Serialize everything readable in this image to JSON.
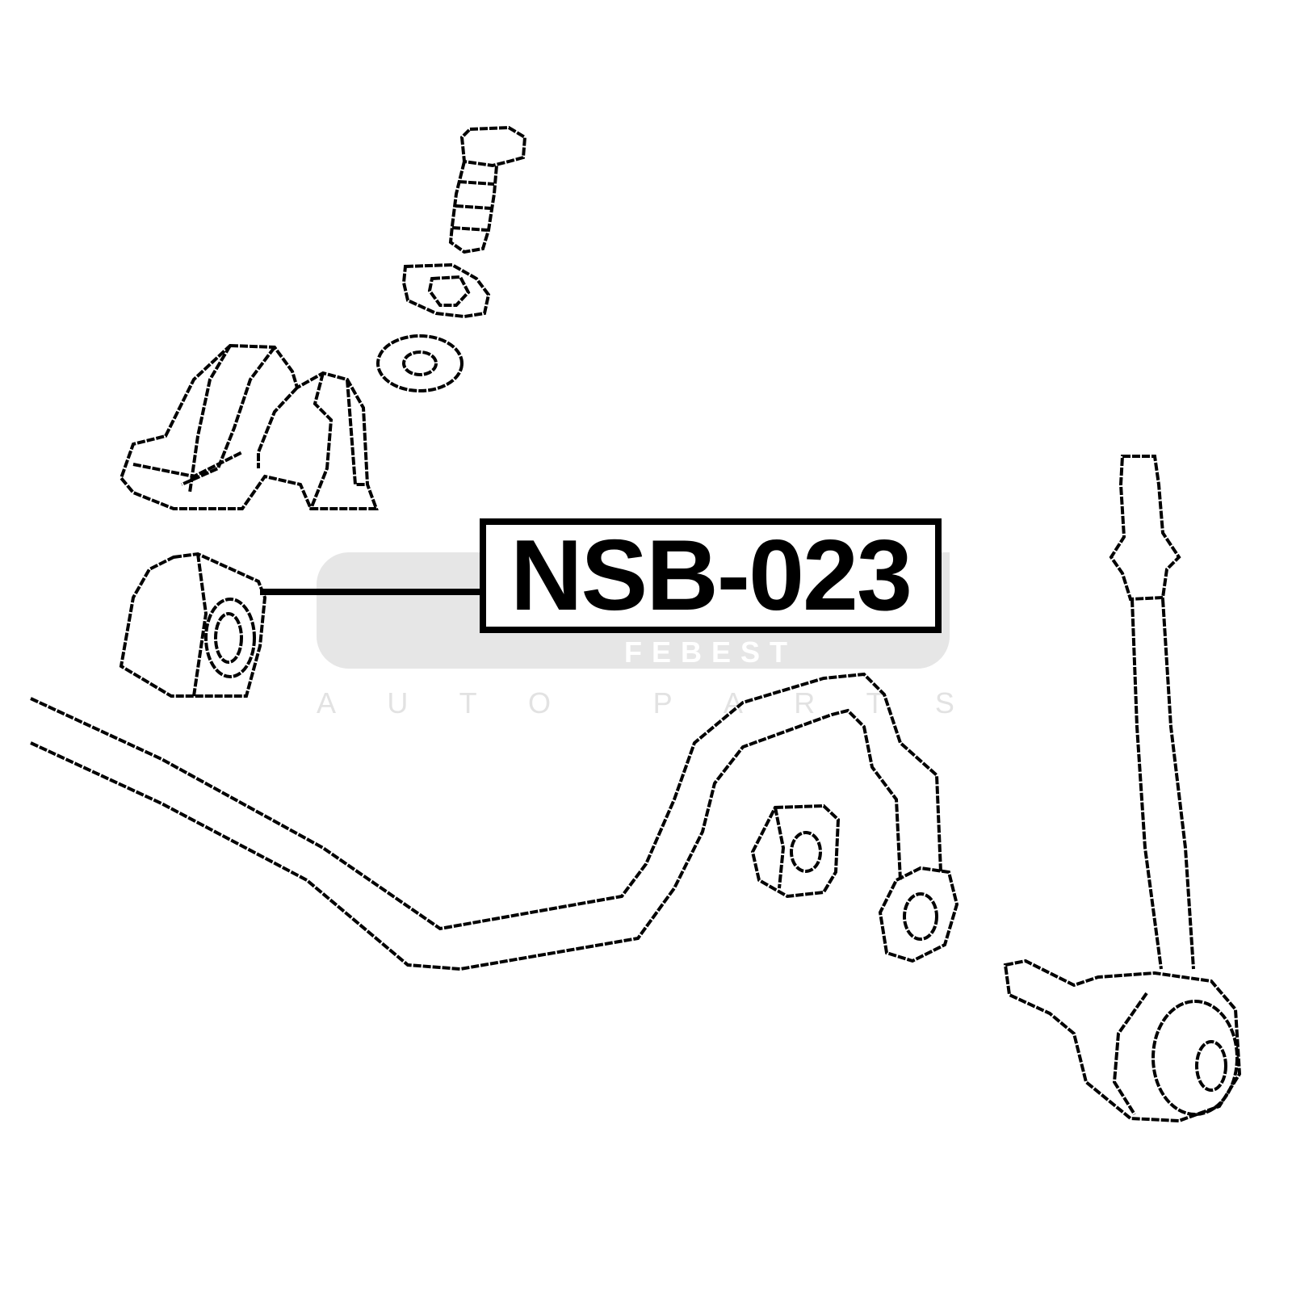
{
  "label": {
    "part_number": "NSB-023"
  },
  "watermark": {
    "brand": "FEBEST",
    "tagline_letters": [
      "A",
      "U",
      "T",
      "O",
      "",
      "P",
      "A",
      "R",
      "T",
      "S"
    ]
  },
  "colors": {
    "line": "#000000",
    "watermark": "#e6e6e6"
  }
}
